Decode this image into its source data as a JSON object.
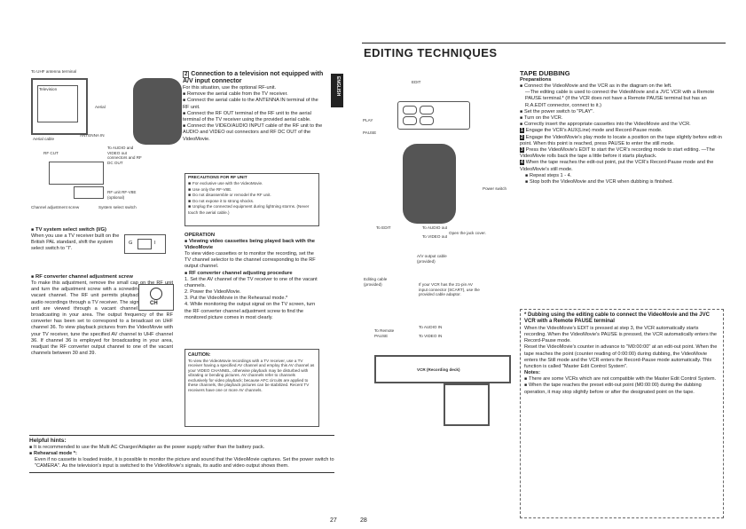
{
  "header": {
    "title": "EDITING TECHNIQUES",
    "tab_label": "ENGLISH"
  },
  "left_figure": {
    "uhf_label": "To UHF antenna terminal",
    "television": "Television",
    "aerial": "Aerial",
    "aerial_cable": "Aerial cable",
    "antenna_in": "ANTENNA IN",
    "rf_cut": "RF CUT",
    "audio_video": "To AUDIO and VIDEO out connectors and RF DC OUT",
    "rf_unit": "RF unit RF-V8E (optional)",
    "channel_screw": "Channel adjustment screw",
    "system_switch": "System select switch"
  },
  "tv_system": {
    "heading": "TV system select switch (I/G)",
    "body": "When you use a TV receiver built on the British PAL standard, shift the system select switch to \"I\".",
    "box_labels": [
      "G",
      "I"
    ]
  },
  "rf_converter": {
    "heading": "RF converter channel adjustment screw",
    "body": "To make this adjustment, remove the small cap on the RF unit and turn the adjustment screw with a screwdriver to tune in a vacant channel. The RF unit permits playback of video and audio recordings through a TV receiver. The signals from the RF unit are viewed through a vacant channel not used for broadcasting in your area. The output frequency of the RF converter has been set to correspond to a broadcast on UHF channel 36. To view playback pictures from the VideoMovie with your TV receiver, tune the specified AV channel to UHF channel 36. If channel 36 is employed for broadcasting in your area, readjust the RF converter output channel to one of the vacant channels between 30 and 39.",
    "knob_label": "CH"
  },
  "connection": {
    "number": "2",
    "heading": "Connection to a television not equipped with A/V input connector",
    "intro": "For this situation, use the optional RF-unit.",
    "steps": [
      "Remove the aerial cable from the TV receiver.",
      "Connect the aerial cable to the ANTENNA IN terminal of the RF unit.",
      "Connect the RF OUT terminal of the RF unit to the aerial terminal of the TV receiver using the provided aerial cable.",
      "Connect the VIDEO/AUDIO INPUT cable of the RF unit to the AUDIO and VIDEO out connectors and RF DC OUT of the VideoMovie."
    ]
  },
  "precautions": {
    "heading": "PRECAUTIONS FOR RF UNIT",
    "items": [
      "For exclusive use with the VideoMovie.",
      "Use only the RF-V8E.",
      "Do not disassemble or remodel the RF unit.",
      "Do not expose it to strong shocks.",
      "Unplug the connected equipment during lightning storms. (Never touch the aerial cable.)"
    ]
  },
  "operation": {
    "heading": "OPERATION",
    "sub": "Viewing video cassettes being played back with the VideoMovie",
    "body": "To view video cassettes or to monitor the recording, set the TV channel selector to the channel corresponding to the RF output channel.",
    "sub2": "RF converter channel adjusting procedure",
    "steps": [
      "1. Set the AV channel of the TV receiver to one of the vacant channels.",
      "2. Power the VideoMovie.",
      "3. Put the VideoMovie in the Rehearsal mode.*",
      "4. While monitoring the output signal on the TV screen, turn the RF converter channel adjustment screw to find the monitored picture comes in most clearly."
    ]
  },
  "caution": {
    "heading": "CAUTION:",
    "body": "To view the VideoMovie recordings with a TV receiver, use a TV receiver having a specified AV channel and employ this AV channel as your VIDEO CHANNEL, otherwise playback may be disturbed with vibrating or bending pictures. AV channels refer to channels exclusively for video playback; because AFC circuits are applied to these channels, the playback pictures can be stabilized. Recent TV receivers have one or more AV channels."
  },
  "helpful": {
    "heading": "Helpful hints:",
    "item1": "It is recommended to use the Multi AC Charger/Adapter as the power supply rather than the battery pack.",
    "item2_head": "Rehearsal mode *:",
    "item2_body": "Even if no cassette is loaded inside, it is possible to monitor the picture and sound that the VideoMovie captures. Set the power switch to \"CAMERA\". As the television's input is switched to the VideoMovie's signals, its audio and video output shows them."
  },
  "right_figure": {
    "edit": "EDIT",
    "play": "PLAY",
    "pause": "PAUSE",
    "power_switch": "Power switch",
    "open_jack": "Open the jack cover.",
    "to_edit": "To EDIT",
    "to_audio_out": "To AUDIO out",
    "to_video_out": "To VIDEO out",
    "av_output": "A/V output cable (provided)",
    "editing_cable": "Editing cable (provided)",
    "scart_note": "If your VCR has the 21-pin AV input connector (SCART), use the provided cable adaptor.",
    "to_remote": "To Remote PAUSE",
    "to_audio_in": "To AUDIO IN",
    "to_video_in": "To VIDEO IN",
    "vcr": "VCR (Recording deck)"
  },
  "tape_dubbing": {
    "heading": "TAPE DUBBING",
    "prep": "Preparations",
    "prep_items": [
      "Connect the VideoMovie and the VCR as in the diagram on the left.",
      "—The editing cable is used to connect the VideoMovie and a JVC VCR with a Remote PAUSE terminal.* (If the VCR does not have a Remote PAUSE terminal but has an R.A.EDIT connector, connect to it.)",
      "Set the power switch to \"PLAY\".",
      "Turn on the VCR.",
      "Correctly insert the appropriate cassettes into the VideoMovie and the VCR."
    ],
    "steps": [
      {
        "n": "1",
        "text": "Engage the VCR's AUX(Line) mode and Record-Pause mode."
      },
      {
        "n": "2",
        "text": "Engage the VideoMovie's play mode to locate a position on the tape slightly before edit-in point. When this point is reached, press PAUSE to enter the still mode."
      },
      {
        "n": "3",
        "text": "Press the VideoMovie's EDIT to start the VCR's recording mode to start editing. —The VideoMovie rolls back the tape a little before it starts playback."
      },
      {
        "n": "4",
        "text": "When the tape reaches the edit-out point, put the VCR's Record-Pause mode and the VideoMovie's still mode."
      }
    ],
    "repeat": "Repeat steps 1 - 4.",
    "stop": "Stop both the VideoMovie and the VCR when dubbing is finished."
  },
  "dubbing_box": {
    "heading": "* Dubbing using the editing cable to connect the VideoMovie and the JVC VCR with a Remote PAUSE terminal",
    "items": [
      "When the VideoMovie's EDIT is pressed at step 3, the VCR automatically starts recording. When the VideoMovie's PAUSE is pressed, the VCR automatically enters the Record-Pause mode.",
      "Reset the VideoMovie's counter in advance to \"M0:00:00\" at an edit-out point. When the tape reaches the point (counter reading of 0:00:00) during dubbing, the VideoMovie enters the Still mode and the VCR enters the Record-Pause mode automatically. This function is called \"Master Edit Control System\"."
    ],
    "notes_head": "Notes:",
    "notes": [
      "There are some VCRs which are not compatible with the Master Edit Control System.",
      "When the tape reaches the preset edit-out point (M0:00:00) during the dubbing operation, it may stop slightly before or after the designated point on the tape."
    ]
  },
  "page_numbers": {
    "left": "27",
    "right": "28"
  }
}
